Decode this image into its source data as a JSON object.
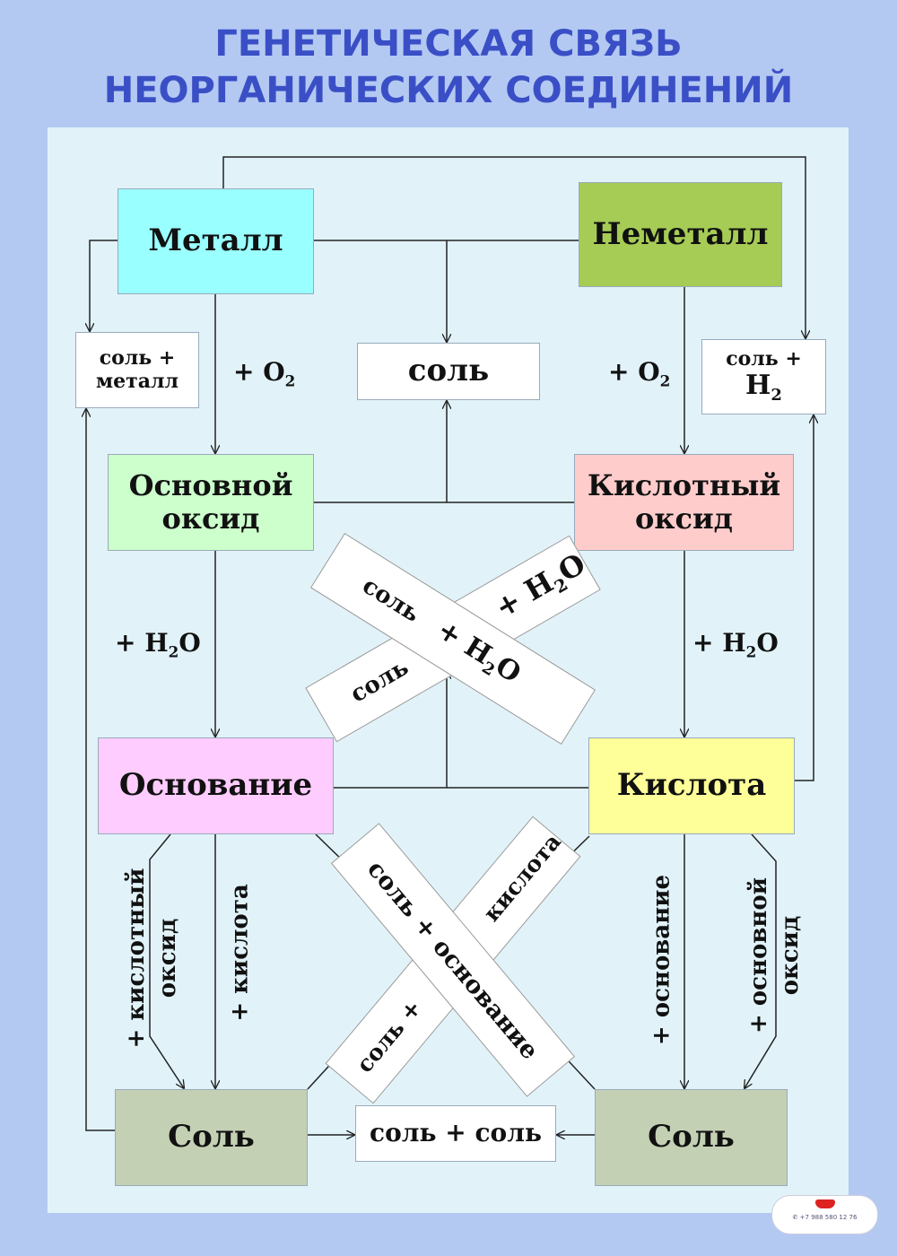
{
  "title": {
    "line1": "ГЕНЕТИЧЕСКАЯ СВЯЗЬ",
    "line2": "НЕОРГАНИЧЕСКИХ СОЕДИНЕНИЙ"
  },
  "boxes": {
    "metal": "Металл",
    "nonmetal": "Неметалл",
    "salt_metal_1": "соль +",
    "salt_metal_2": "металл",
    "salt": "соль",
    "salt_h2_1": "соль +",
    "salt_h2_2": "H",
    "basic_oxide_1": "Основной",
    "basic_oxide_2": "оксид",
    "acid_oxide_1": "Кислотный",
    "acid_oxide_2": "оксид",
    "base": "Основание",
    "acid": "Кислота",
    "salt_left": "Соль",
    "salt_right": "Соль",
    "salt_salt": "соль + соль"
  },
  "labels": {
    "o2_left": "+ O",
    "o2_right": "+ O",
    "h2o_left": "+ H",
    "h2o_right": "+ H",
    "o": "O",
    "sub2": "2",
    "plus_acid_oxide_1": "+ кислотный",
    "plus_acid_oxide_2": "оксид",
    "plus_acid": "+ кислота",
    "plus_base": "+ основание",
    "plus_basic_oxide_1": "+ основной",
    "plus_basic_oxide_2": "оксид"
  },
  "ribbons": {
    "upper_front_1": "соль",
    "upper_front_2": "+ H",
    "upper_back_left": "соль",
    "upper_back_right": "+ H",
    "lower_front": "соль + основание",
    "lower_back_left": "соль +",
    "lower_back_right": "кислота"
  },
  "logo": {
    "phone": "+7 988 580 12 76"
  }
}
